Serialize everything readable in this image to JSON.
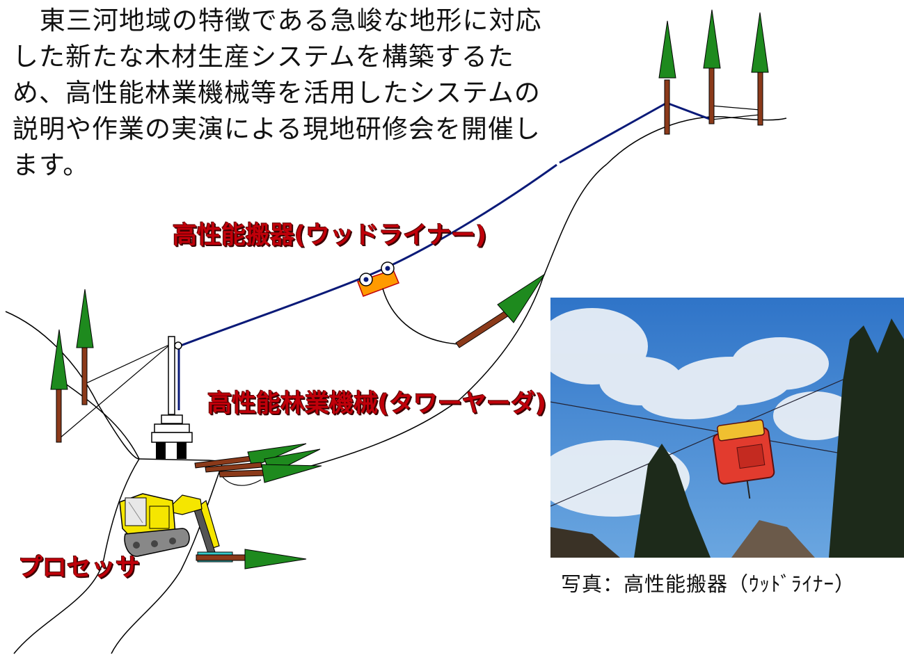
{
  "intro_text": "東三河地域の特徴である急峻な地形に対応した新たな木材生産システムを構築するため、高性能林業機械等を活用したシステムの説明や作業の実演による現地研修会を開催します。",
  "labels": {
    "carriage": "高性能搬器(ウッドライナー)",
    "tower_yarder": "高性能林業機械(タワーヤーダ)",
    "processor": "プロセッサ"
  },
  "photo_caption": "写真：高性能搬器（ｳｯﾄﾞﾗｲﾅｰ）",
  "colors": {
    "label_red": "#c0000a",
    "cable_navy": "#0a1a78",
    "trunk_brown": "#8b3a1a",
    "foliage_green": "#1e8a1e",
    "carriage_orange": "#ff9a00",
    "excavator_yellow": "#f5e600",
    "sky_blue": "#3f86d4"
  }
}
